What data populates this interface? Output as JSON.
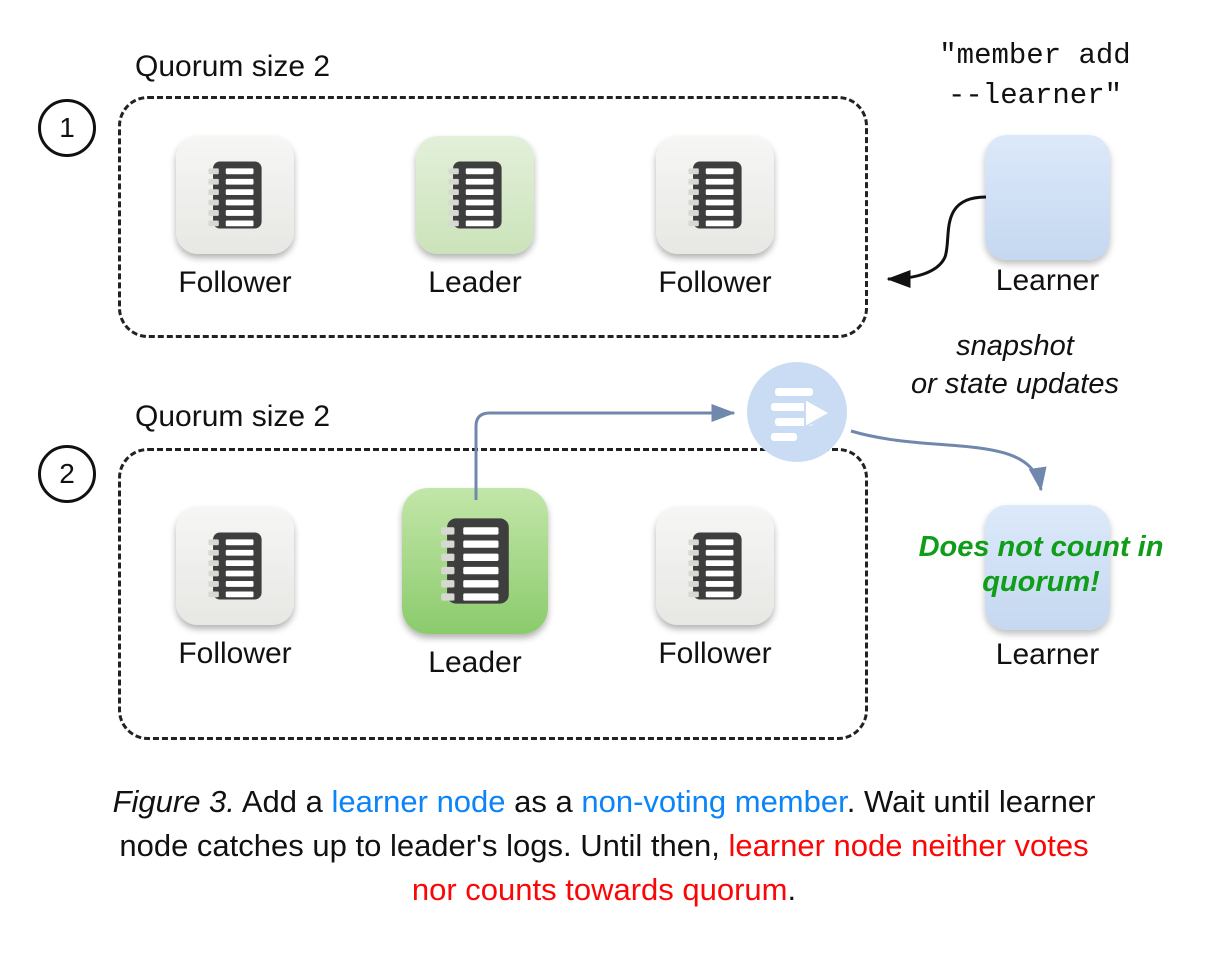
{
  "colors": {
    "accent_blue": "#0b84f8",
    "accent_red": "#fb0505",
    "accent_green": "#0f9d1a",
    "arrow_blue": "#7088ad",
    "learner_box_blue": "#cfdef2",
    "leader_green": "#8bcb6c"
  },
  "section1": {
    "step": "1",
    "quorum_label": "Quorum size 2",
    "nodes": [
      {
        "label": "Follower",
        "role": "follower"
      },
      {
        "label": "Leader",
        "role": "leader"
      },
      {
        "label": "Follower",
        "role": "follower"
      }
    ],
    "command": {
      "line1": "\"member add",
      "line2": "--learner\""
    },
    "learner_label": "Learner"
  },
  "section2": {
    "step": "2",
    "quorum_label": "Quorum size 2",
    "nodes": [
      {
        "label": "Follower",
        "role": "follower"
      },
      {
        "label": "Leader",
        "role": "leader"
      },
      {
        "label": "Follower",
        "role": "follower"
      }
    ],
    "transfer_label": {
      "line1": "snapshot",
      "line2": "or state updates"
    },
    "learner_note": "Does not count in quorum!",
    "learner_label": "Learner"
  },
  "caption": {
    "segments": [
      {
        "text": "Figure 3.",
        "style": "italic"
      },
      {
        "text": " Add a ",
        "style": "plain"
      },
      {
        "text": "learner node",
        "style": "blue"
      },
      {
        "text": " as a ",
        "style": "plain"
      },
      {
        "text": "non-voting member",
        "style": "blue"
      },
      {
        "text": ". Wait until learner node catches up to leader's logs. Until then, ",
        "style": "plain"
      },
      {
        "text": "learner node neither votes nor counts towards quorum",
        "style": "red"
      },
      {
        "text": ".",
        "style": "plain"
      }
    ]
  }
}
